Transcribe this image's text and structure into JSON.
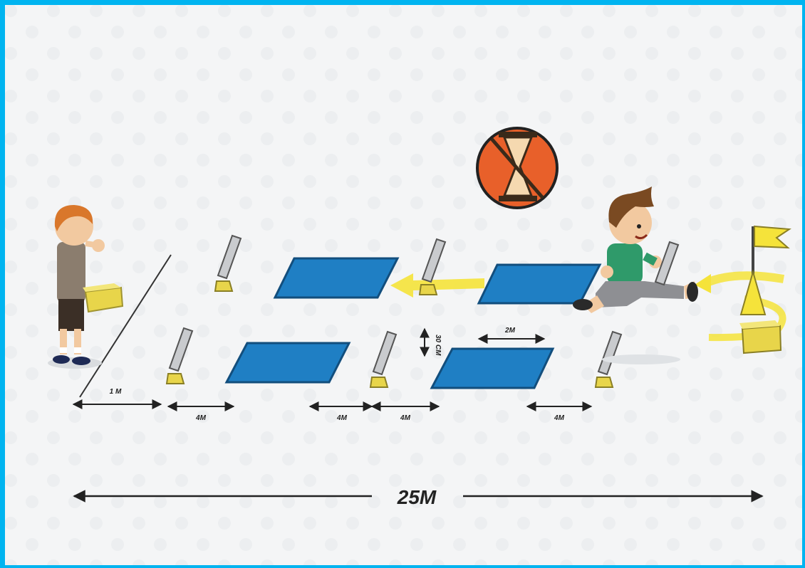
{
  "diagram": {
    "total_distance_label": "25M",
    "segment_labels": [
      "1 M",
      "4M",
      "4M",
      "4M",
      "4M"
    ],
    "mat_width_label": "2M",
    "hurdle_height_label": "30 CM",
    "colors": {
      "frame": "#00b4f0",
      "mat": "#1f7fc4",
      "arrow": "#f5e33a",
      "timer_circle": "#e8602a",
      "flag": "#f5e33a",
      "background": "#f4f5f6"
    },
    "icons": [
      "child-left-icon",
      "child-running-icon",
      "hourglass-icon",
      "flag-icon",
      "box-icon",
      "hurdle-icon",
      "mat-icon"
    ]
  }
}
